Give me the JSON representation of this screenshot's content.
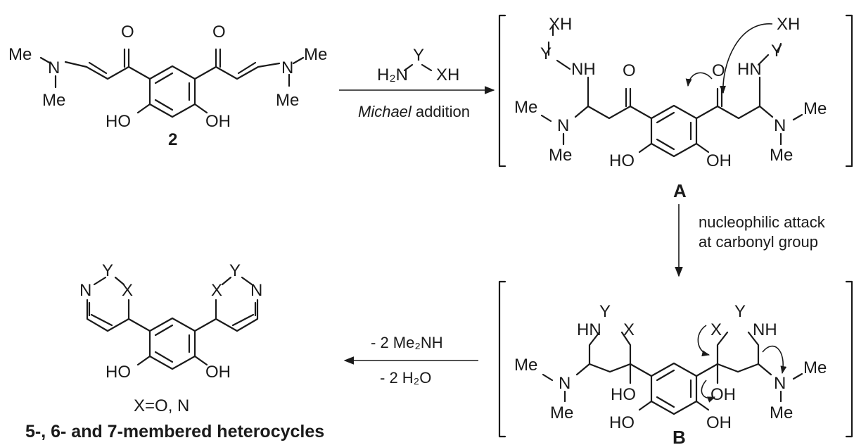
{
  "reagent": {
    "h2n": "H₂N",
    "y": "Y",
    "xh": "XH"
  },
  "conditions": {
    "step1": {
      "name": "Michael",
      "rest": " addition"
    },
    "step2": {
      "line1": "nucleophilic attack",
      "line2": "at carbonyl group"
    },
    "step3": {
      "line1": "- 2 Me₂NH",
      "line2": "- 2 H₂O"
    }
  },
  "compounds": {
    "start": {
      "label": "2"
    },
    "intermediate_a": {
      "label": "A"
    },
    "intermediate_b": {
      "label": "B"
    },
    "product": {
      "x_note": "X=O, N",
      "caption": "5-, 6- and 7-membered heterocycles"
    }
  },
  "atoms": {
    "me": "Me",
    "n": "N",
    "o": "O",
    "oh": "OH",
    "ho": "HO",
    "nh": "NH",
    "hn": "HN",
    "xh": "XH",
    "x": "X",
    "y": "Y"
  }
}
